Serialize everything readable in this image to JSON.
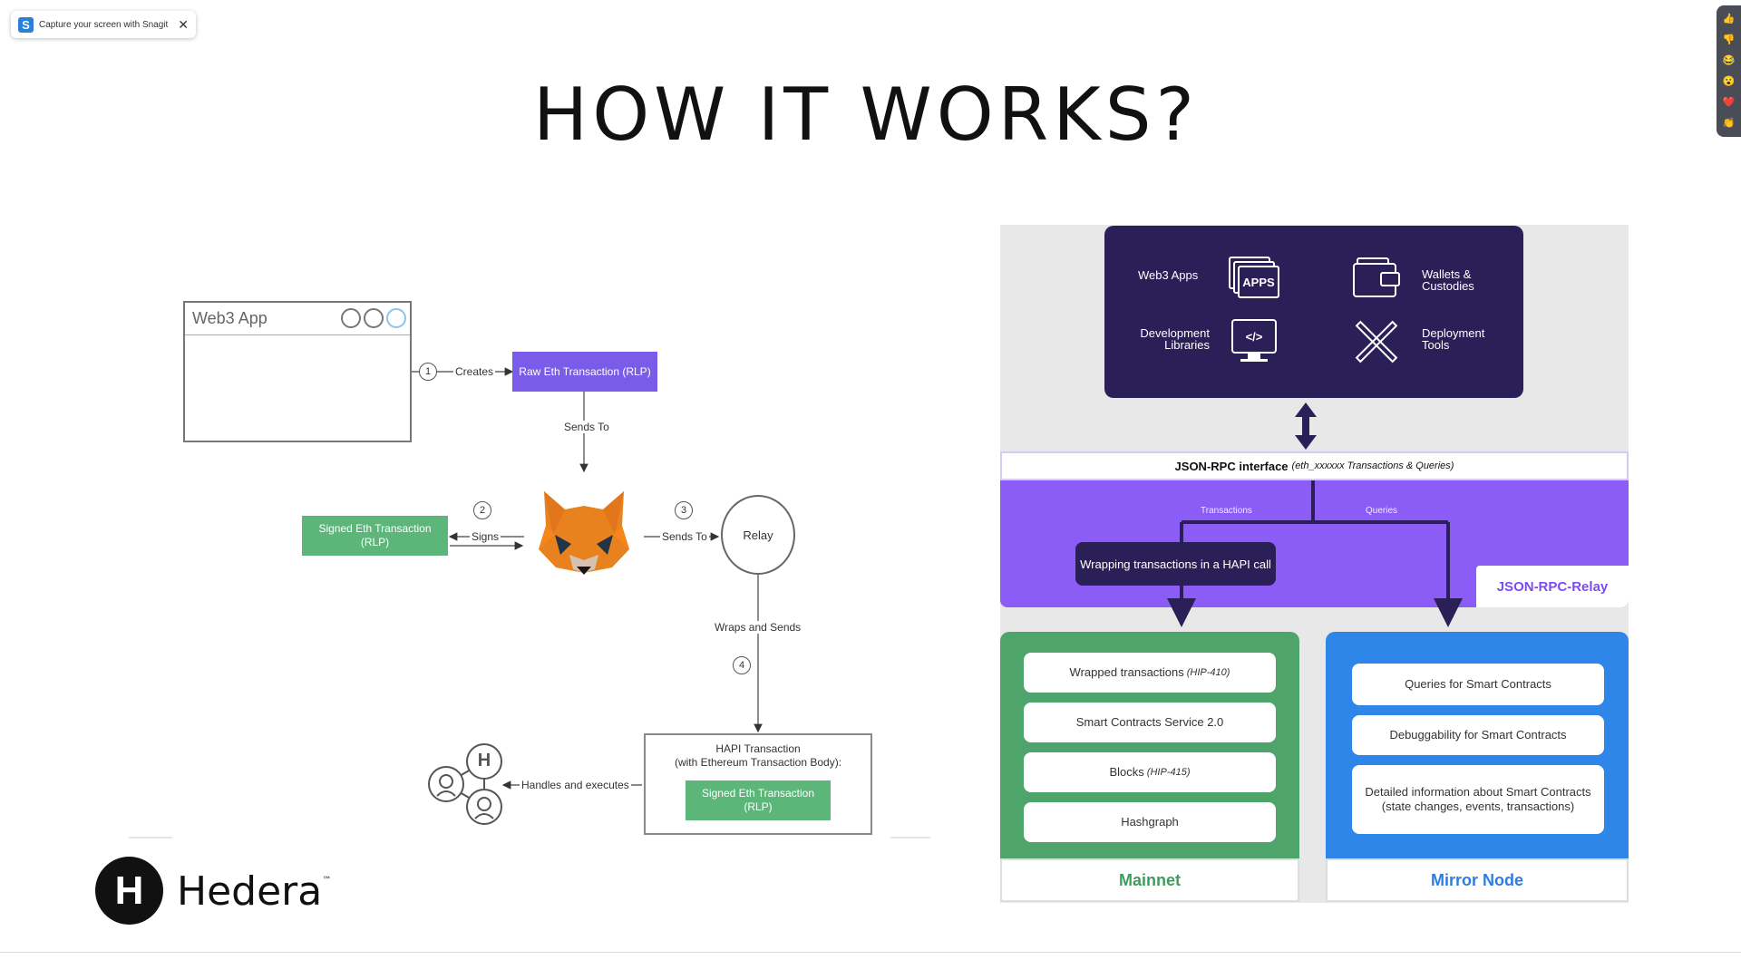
{
  "snagit": {
    "text": "Capture your screen with Snagit",
    "close": "✕",
    "logo": "S"
  },
  "rail": {
    "icons": [
      "👍",
      "👎",
      "😂",
      "😮",
      "❤️",
      "👏"
    ]
  },
  "title": "HOW IT WORKS?",
  "left_diagram": {
    "web3_app": "Web3 App",
    "step1": "1",
    "creates": "Creates",
    "raw_tx": "Raw Eth Transaction (RLP)",
    "sends_to_1": "Sends To",
    "step2": "2",
    "signs": "Signs",
    "signed_tx": "Signed Eth Transaction (RLP)",
    "step3": "3",
    "sends_to_2": "Sends To",
    "relay": "Relay",
    "wraps_and_sends": "Wraps and Sends",
    "step4": "4",
    "hapi_title_1": "HAPI Transaction",
    "hapi_title_2": "(with Ethereum Transaction Body):",
    "hapi_signed_tx": "Signed Eth Transaction (RLP)",
    "handles": "Handles and executes",
    "node_icon_letter": "H"
  },
  "right_diagram": {
    "web3_apps": "Web3 Apps",
    "apps_badge": "APPS",
    "wallets": "Wallets & Custodies",
    "dev_libs": "Development Libraries",
    "deploy_tools": "Deployment Tools",
    "code_glyph": "</>",
    "jsonrpc_interface": "JSON-RPC interface",
    "jsonrpc_note": "(eth_xxxxxx Transactions & Queries)",
    "transactions": "Transactions",
    "queries": "Queries",
    "wrapping": "Wrapping transactions in a HAPI call",
    "relay_tag": "JSON-RPC-Relay",
    "mainnet_cards": [
      {
        "text": "Wrapped transactions",
        "note": "(HIP-410)"
      },
      {
        "text": "Smart Contracts Service 2.0",
        "note": ""
      },
      {
        "text": "Blocks",
        "note": "(HIP-415)"
      },
      {
        "text": "Hashgraph",
        "note": ""
      }
    ],
    "mirror_cards": [
      "Queries for Smart Contracts",
      "Debuggability for Smart Contracts",
      "Detailed information about Smart Contracts (state changes, events, transactions)"
    ],
    "mainnet": "Mainnet",
    "mirror_node": "Mirror Node"
  },
  "brand": {
    "mark": "H",
    "name": "Hedera",
    "tm": "™"
  },
  "colors": {
    "purple": "#7b5ce8",
    "green": "#5cb67a",
    "navy": "#2b1f57",
    "mainnet": "#4fa46c",
    "mirror": "#2e86e8"
  }
}
